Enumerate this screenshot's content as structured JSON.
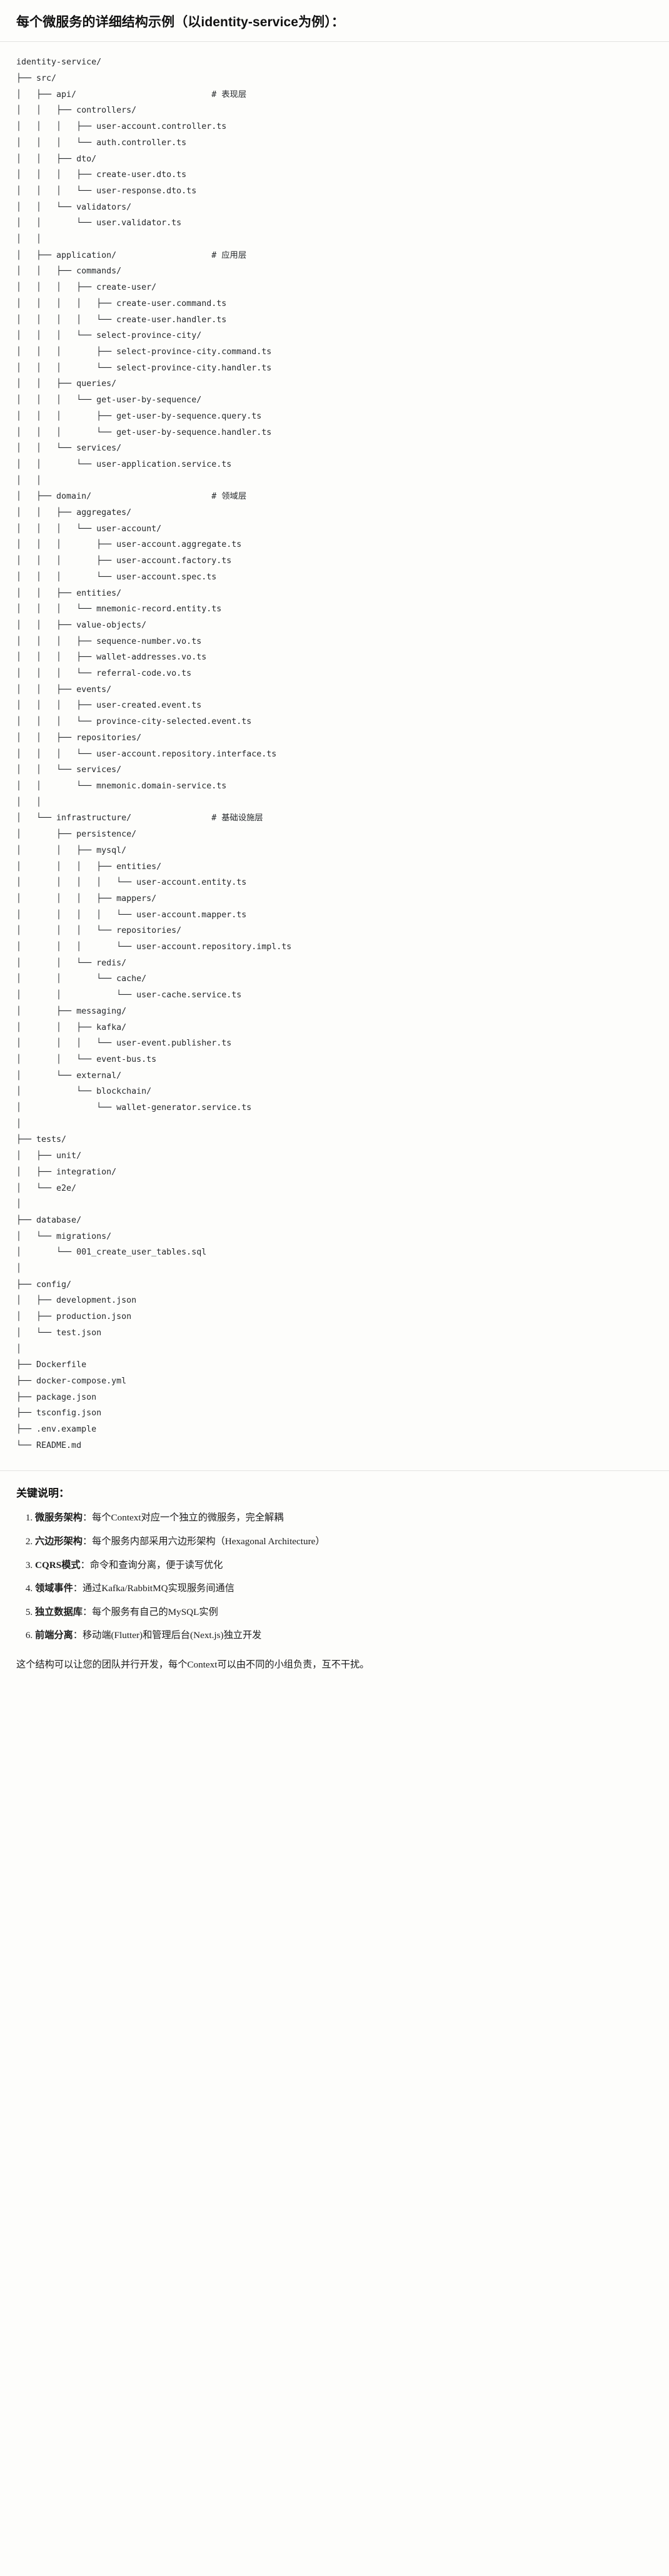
{
  "document": {
    "title": "每个微服务的详细结构示例（以identity-service为例）："
  },
  "tree": {
    "root": "identity-service/",
    "text": "identity-service/\n├── src/\n│   ├── api/                           # 表现层\n│   │   ├── controllers/\n│   │   │   ├── user-account.controller.ts\n│   │   │   └── auth.controller.ts\n│   │   ├── dto/\n│   │   │   ├── create-user.dto.ts\n│   │   │   └── user-response.dto.ts\n│   │   └── validators/\n│   │       └── user.validator.ts\n│   │\n│   ├── application/                   # 应用层\n│   │   ├── commands/\n│   │   │   ├── create-user/\n│   │   │   │   ├── create-user.command.ts\n│   │   │   │   └── create-user.handler.ts\n│   │   │   └── select-province-city/\n│   │   │       ├── select-province-city.command.ts\n│   │   │       └── select-province-city.handler.ts\n│   │   ├── queries/\n│   │   │   └── get-user-by-sequence/\n│   │   │       ├── get-user-by-sequence.query.ts\n│   │   │       └── get-user-by-sequence.handler.ts\n│   │   └── services/\n│   │       └── user-application.service.ts\n│   │\n│   ├── domain/                        # 领域层\n│   │   ├── aggregates/\n│   │   │   └── user-account/\n│   │   │       ├── user-account.aggregate.ts\n│   │   │       ├── user-account.factory.ts\n│   │   │       └── user-account.spec.ts\n│   │   ├── entities/\n│   │   │   └── mnemonic-record.entity.ts\n│   │   ├── value-objects/\n│   │   │   ├── sequence-number.vo.ts\n│   │   │   ├── wallet-addresses.vo.ts\n│   │   │   └── referral-code.vo.ts\n│   │   ├── events/\n│   │   │   ├── user-created.event.ts\n│   │   │   └── province-city-selected.event.ts\n│   │   ├── repositories/\n│   │   │   └── user-account.repository.interface.ts\n│   │   └── services/\n│   │       └── mnemonic.domain-service.ts\n│   │\n│   └── infrastructure/                # 基础设施层\n│       ├── persistence/\n│       │   ├── mysql/\n│       │   │   ├── entities/\n│       │   │   │   └── user-account.entity.ts\n│       │   │   ├── mappers/\n│       │   │   │   └── user-account.mapper.ts\n│       │   │   └── repositories/\n│       │   │       └── user-account.repository.impl.ts\n│       │   └── redis/\n│       │       └── cache/\n│       │           └── user-cache.service.ts\n│       ├── messaging/\n│       │   ├── kafka/\n│       │   │   └── user-event.publisher.ts\n│       │   └── event-bus.ts\n│       └── external/\n│           └── blockchain/\n│               └── wallet-generator.service.ts\n│\n├── tests/\n│   ├── unit/\n│   ├── integration/\n│   └── e2e/\n│\n├── database/\n│   └── migrations/\n│       └── 001_create_user_tables.sql\n│\n├── config/\n│   ├── development.json\n│   ├── production.json\n│   └── test.json\n│\n├── Dockerfile\n├── docker-compose.yml\n├── package.json\n├── tsconfig.json\n├── .env.example\n└── README.md",
    "layer_comments": [
      "# 表现层",
      "# 应用层",
      "# 领域层",
      "# 基础设施层"
    ]
  },
  "notes": {
    "heading": "关键说明：",
    "items": [
      {
        "term": "微服务架构",
        "desc": "：每个Context对应一个独立的微服务，完全解耦"
      },
      {
        "term": "六边形架构",
        "desc": "：每个服务内部采用六边形架构（Hexagonal Architecture）"
      },
      {
        "term": "CQRS模式",
        "desc": "：命令和查询分离，便于读写优化"
      },
      {
        "term": "领域事件",
        "desc": "：通过Kafka/RabbitMQ实现服务间通信"
      },
      {
        "term": "独立数据库",
        "desc": "：每个服务有自己的MySQL实例"
      },
      {
        "term": "前端分离",
        "desc": "：移动端(Flutter)和管理后台(Next.js)独立开发"
      }
    ],
    "closing": "这个结构可以让您的团队并行开发，每个Context可以由不同的小组负责，互不干扰。"
  },
  "colors": {
    "background": "#fdfdfb",
    "text": "#1c1c1c",
    "code_text": "#26292c",
    "divider": "#e3e3e0"
  }
}
